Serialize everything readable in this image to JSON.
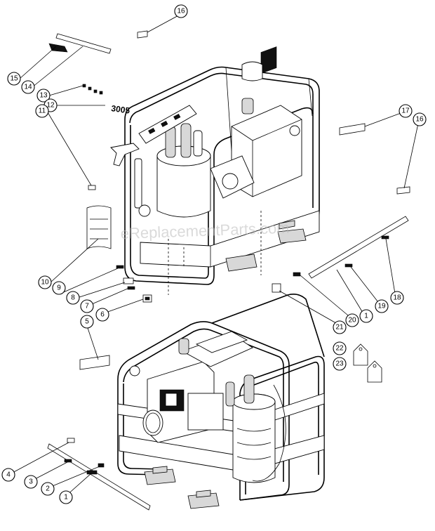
{
  "diagram": {
    "watermark": "eReplacementParts.com",
    "part_marking": "3005",
    "callouts": [
      {
        "id": "c16a",
        "label": "16"
      },
      {
        "id": "c15",
        "label": "15"
      },
      {
        "id": "c14",
        "label": "14"
      },
      {
        "id": "c13",
        "label": "13"
      },
      {
        "id": "c12",
        "label": "12"
      },
      {
        "id": "c11",
        "label": "11"
      },
      {
        "id": "c17",
        "label": "17"
      },
      {
        "id": "c16b",
        "label": "16"
      },
      {
        "id": "c10",
        "label": "10"
      },
      {
        "id": "c9",
        "label": "9"
      },
      {
        "id": "c8",
        "label": "8"
      },
      {
        "id": "c7",
        "label": "7"
      },
      {
        "id": "c6",
        "label": "6"
      },
      {
        "id": "c5",
        "label": "5"
      },
      {
        "id": "c18",
        "label": "18"
      },
      {
        "id": "c19",
        "label": "19"
      },
      {
        "id": "c1a",
        "label": "1"
      },
      {
        "id": "c20",
        "label": "20"
      },
      {
        "id": "c21",
        "label": "21"
      },
      {
        "id": "c22",
        "label": "22"
      },
      {
        "id": "c23",
        "label": "23"
      },
      {
        "id": "c4",
        "label": "4"
      },
      {
        "id": "c3",
        "label": "3"
      },
      {
        "id": "c2",
        "label": "2"
      },
      {
        "id": "c1b",
        "label": "1"
      }
    ]
  }
}
